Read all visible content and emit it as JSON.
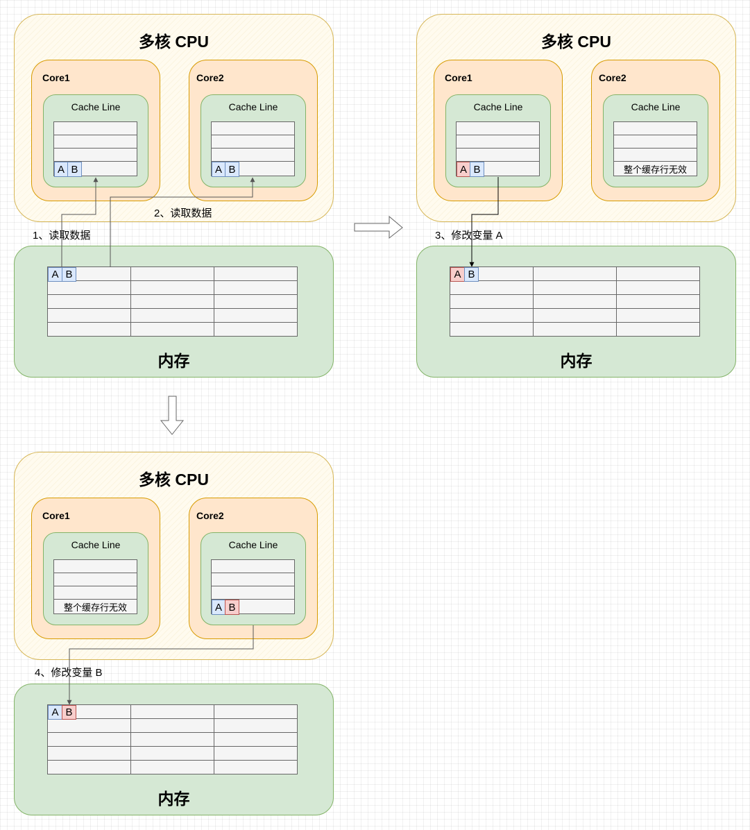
{
  "panels": {
    "p1": {
      "cpu_title": "多核 CPU",
      "core1": {
        "label": "Core1",
        "cache_title": "Cache Line",
        "slot_a": "A",
        "slot_b": "B"
      },
      "core2": {
        "label": "Core2",
        "cache_title": "Cache Line",
        "slot_a": "A",
        "slot_b": "B"
      },
      "memory": {
        "title": "内存",
        "slot_a": "A",
        "slot_b": "B"
      },
      "step1": "1、读取数据",
      "step2": "2、读取数据"
    },
    "p2": {
      "cpu_title": "多核 CPU",
      "core1": {
        "label": "Core1",
        "cache_title": "Cache Line",
        "slot_a": "A",
        "slot_b": "B"
      },
      "core2": {
        "label": "Core2",
        "cache_title": "Cache Line",
        "invalid": "整个缓存行无效"
      },
      "memory": {
        "title": "内存",
        "slot_a": "A",
        "slot_b": "B"
      },
      "step3": "3、修改变量 A"
    },
    "p3": {
      "cpu_title": "多核 CPU",
      "core1": {
        "label": "Core1",
        "cache_title": "Cache Line",
        "invalid": "整个缓存行无效"
      },
      "core2": {
        "label": "Core2",
        "cache_title": "Cache Line",
        "slot_a": "A",
        "slot_b": "B"
      },
      "memory": {
        "title": "内存",
        "slot_a": "A",
        "slot_b": "B"
      },
      "step4": "4、修改变量 B"
    }
  },
  "colors": {
    "cpu_border": "#d6b656",
    "cpu_fill": "#fffbef",
    "core_border": "#d79b00",
    "core_fill": "#ffe6cc",
    "cache_border": "#82b366",
    "cache_fill": "#d5e8d4",
    "slot_fill": "#dae8fc",
    "slot_border": "#6c8ebf",
    "modified_fill": "#f8cecc",
    "modified_border": "#b85450"
  }
}
